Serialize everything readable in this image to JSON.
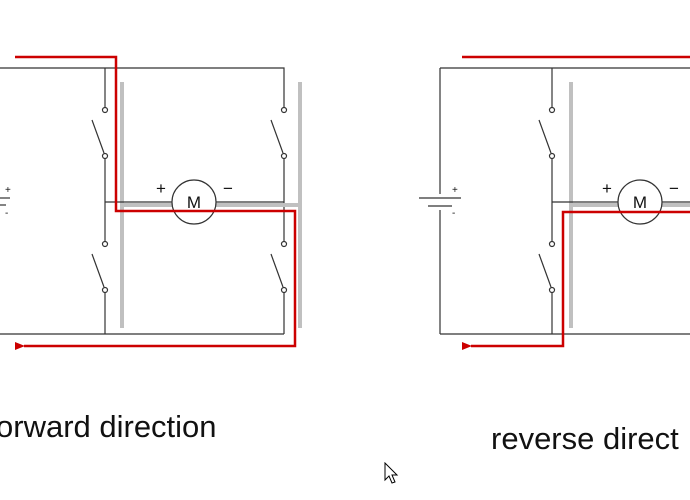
{
  "diagram": {
    "forward_label": "orward direction",
    "reverse_label": "reverse direct",
    "motor_label": "M",
    "plus_sign": "+",
    "minus_sign": "−",
    "battery_plus": "+",
    "battery_minus": "-"
  },
  "colors": {
    "wire": "#333333",
    "current_path": "#cc0000",
    "switch_bar": "#c0c0c0",
    "text": "#111111"
  },
  "icons": {
    "cursor": "mouse-pointer-icon",
    "motor": "motor-icon",
    "battery": "battery-icon",
    "switch": "switch-icon"
  }
}
